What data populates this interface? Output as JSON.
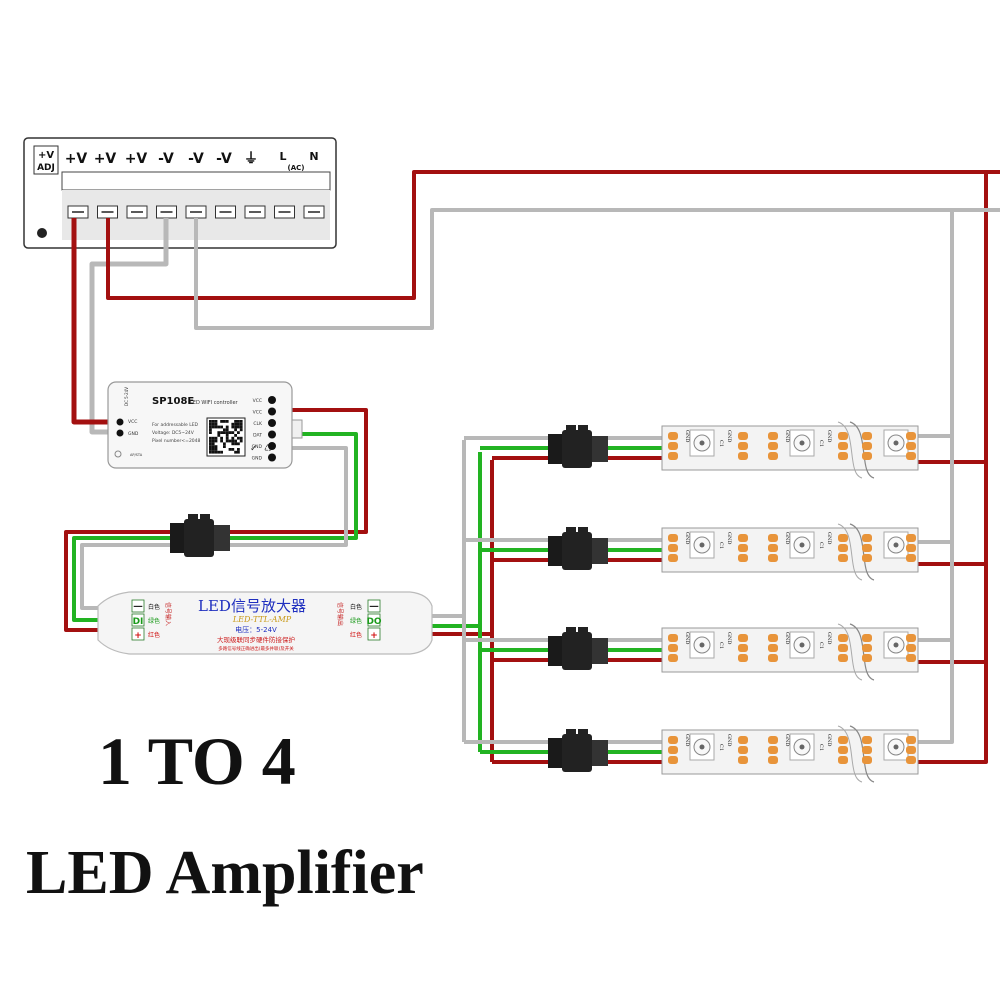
{
  "colors": {
    "red": "#a31010",
    "grey": "#b8b8b8",
    "green": "#22b322",
    "black": "#111111",
    "led_orange": "#e8943a"
  },
  "psu": {
    "labels": [
      "+V\nADJ",
      "+V",
      "+V",
      "+V",
      "-V",
      "-V",
      "-V",
      "⏚",
      "L\n(AC)",
      "N"
    ],
    "label_adj_top": "+V",
    "label_adj_bot": "ADJ",
    "label_l": "L",
    "label_ac": "(AC)",
    "label_n": "N",
    "terminals": 9
  },
  "controller": {
    "model": "SP108E",
    "name": "LED WIFI controller",
    "spec_line1": "For addressable LED",
    "spec_line2": "Voltage: DC5~24V",
    "spec_line3": "Pixel number<=2048",
    "in_vcc": "VCC",
    "in_gnd": "GND",
    "out_pins": [
      "VCC",
      "VCC",
      "CLK",
      "DAT",
      "GND",
      "GND"
    ],
    "side_text": "DC 5-24V",
    "bottom_text": "AP/STA"
  },
  "amplifier": {
    "title": "LED信号放大器",
    "subtitle": "LED-TTL-AMP",
    "voltage": "电压：5-24V",
    "note1": "大现级联同步硬件防接保护",
    "note2": "多路信号线正确进出(最多并联)及开关",
    "left_pins": [
      "一",
      "DI",
      "+"
    ],
    "left_tags": [
      "白色",
      "绿色",
      "红色"
    ],
    "left_side": "信号输入",
    "right_pins": [
      "一",
      "DO",
      "+"
    ],
    "right_tags": [
      "白色",
      "绿色",
      "红色"
    ],
    "right_side": "信号输出"
  },
  "strip": {
    "pad_left": [
      "GND",
      "DI",
      "+5V"
    ],
    "pad_right": [
      "GND",
      "DO",
      "+5V"
    ],
    "chip": "C1",
    "count": 4
  },
  "captions": {
    "line1": "1 TO 4",
    "line2": "LED Amplifier"
  }
}
